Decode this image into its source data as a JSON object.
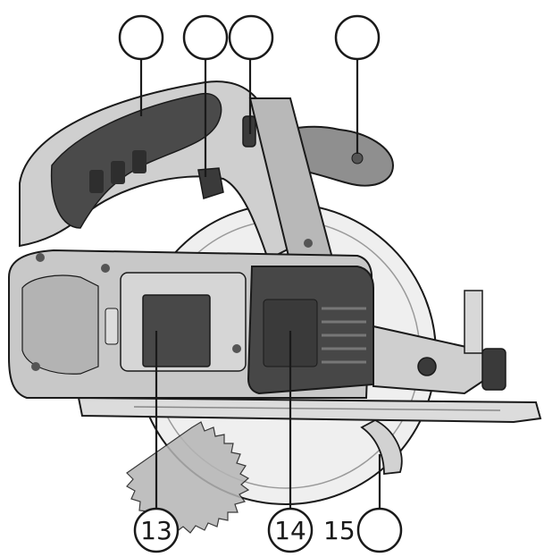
{
  "callouts_top": [
    {
      "label": ""
    },
    {
      "label": ""
    },
    {
      "label": ""
    },
    {
      "label": ""
    }
  ],
  "callouts_bottom": [
    {
      "label": "13"
    },
    {
      "label": "14"
    },
    {
      "label": ""
    }
  ],
  "loose_labels": [
    {
      "label": "15"
    }
  ],
  "colors": {
    "body_light": "#cfcfcf",
    "body_mid": "#a9a9a9",
    "body_dark": "#474747",
    "blade": "#eeeeee",
    "outline": "#1a1a1a"
  }
}
